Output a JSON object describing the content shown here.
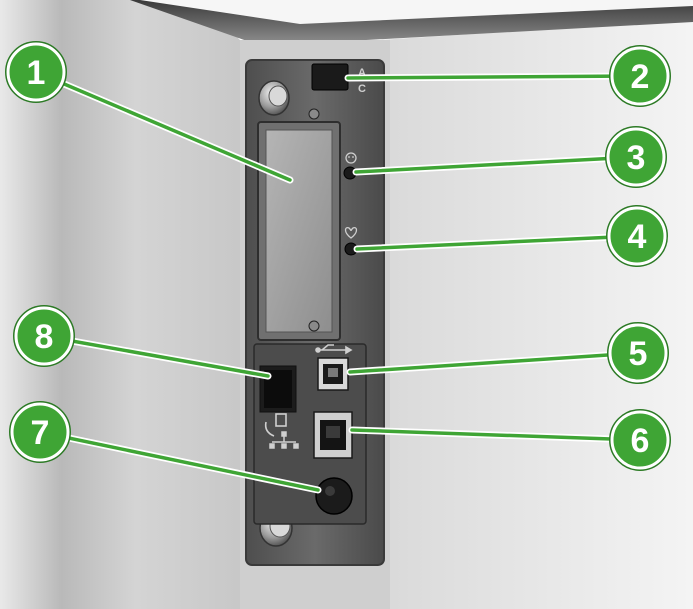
{
  "callouts": [
    {
      "id": 1,
      "label": "1",
      "target": "expansion-slot"
    },
    {
      "id": 2,
      "label": "2",
      "target": "ac-switch"
    },
    {
      "id": 3,
      "label": "3",
      "target": "ready-led"
    },
    {
      "id": 4,
      "label": "4",
      "target": "attention-led"
    },
    {
      "id": 5,
      "label": "5",
      "target": "usb-port"
    },
    {
      "id": 6,
      "label": "6",
      "target": "network-port"
    },
    {
      "id": 7,
      "label": "7",
      "target": "round-port"
    },
    {
      "id": 8,
      "label": "8",
      "target": "fax-port"
    }
  ],
  "switch_labels": {
    "top": "A",
    "bottom": "C"
  },
  "icons": {
    "ready": "smiley-icon",
    "attention": "heart-icon",
    "usb": "usb-icon",
    "fax": "fax-phone-icon",
    "network": "network-icon"
  },
  "colors": {
    "callout_green": "#3fa535",
    "panel_gray": "#5a5a5a",
    "bezel_gray": "#bfbfbf"
  }
}
